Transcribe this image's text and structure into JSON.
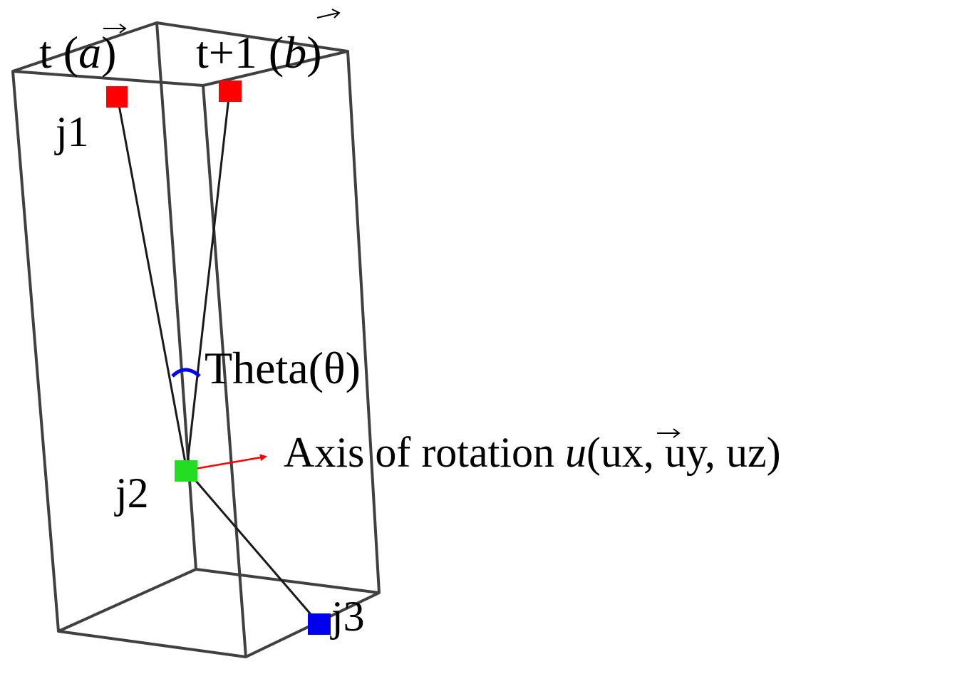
{
  "labels": {
    "t": "t (",
    "t_vec": "a",
    "t_close": ")",
    "t1": "t+1 (",
    "t1_vec": "b",
    "t1_close": ")",
    "j1": "j1",
    "j2": "j2",
    "j3": "j3",
    "theta": "Theta(θ)",
    "axis_prefix": "Axis of rotation ",
    "axis_vec": "u",
    "axis_suffix": "(ux, uy, uz)"
  },
  "colors": {
    "frame": "#404040",
    "bone": "#1a1a1a",
    "joint_top": "#ff0000",
    "joint_mid": "#22dd22",
    "joint_bottom": "#0000ee",
    "angle_arc": "#0000ff",
    "axis_arrow": "#ff0000"
  }
}
